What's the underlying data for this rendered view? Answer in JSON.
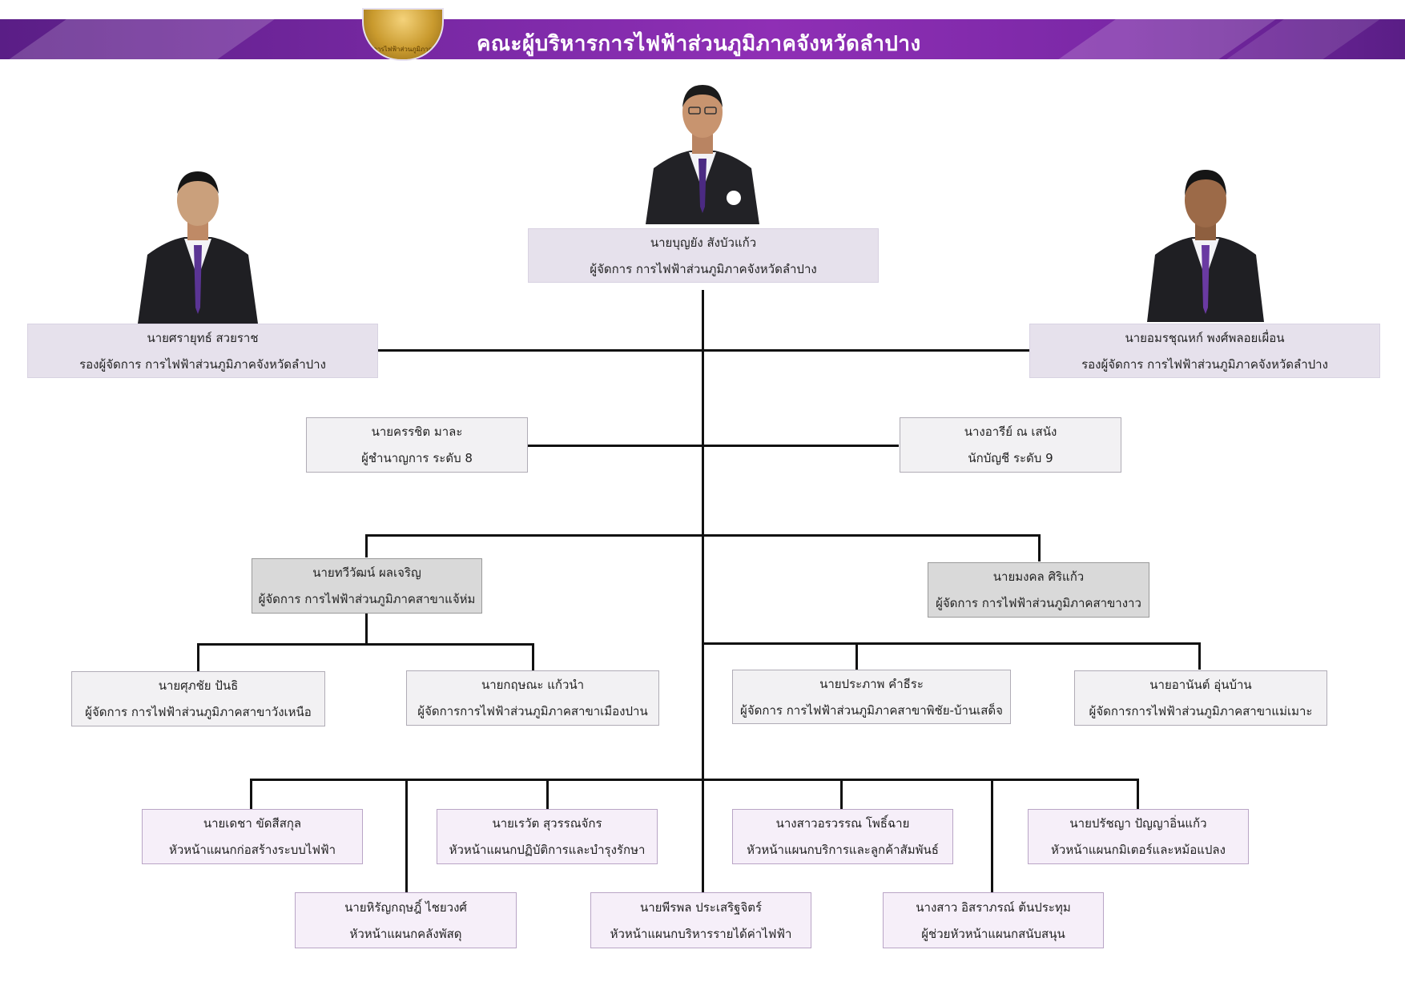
{
  "header": {
    "title": "คณะผู้บริหารการไฟฟ้าส่วนภูมิภาคจังหวัดลำปาง",
    "logo_text": "การไฟฟ้าส่วนภูมิภาค",
    "colors": {
      "banner": "#7d2aa8",
      "top_box": "#e6e1ec",
      "branch_box": "#d9d9d9",
      "dept_box": "#f6eff9"
    }
  },
  "manager": {
    "name": "นายบุญยัง   สังบัวแก้ว",
    "position": "ผู้จัดการ การไฟฟ้าส่วนภูมิภาคจังหวัดลำปาง"
  },
  "deputy_left": {
    "name": "นายศรายุทธ์    สวยราช",
    "position": "รองผู้จัดการ การไฟฟ้าส่วนภูมิภาคจังหวัดลำปาง"
  },
  "deputy_right": {
    "name": "นายอมรชุณหก์    พงศ์พลอยเผื่อน",
    "position": "รองผู้จัดการ การไฟฟ้าส่วนภูมิภาคจังหวัดลำปาง"
  },
  "expert_left": {
    "name": "นายครรชิต    มาละ",
    "position": "ผู้ชำนาญการ ระดับ 8"
  },
  "expert_right": {
    "name": "นางอารีย์   ณ เสนัง",
    "position": "นักบัญชี ระดับ 9"
  },
  "branch_jaehom": {
    "name": "นายทวีวัฒน์   ผลเจริญ",
    "position": "ผู้จัดการ การไฟฟ้าส่วนภูมิภาคสาขาแจ้ห่ม"
  },
  "branch_ngao": {
    "name": "นายมงคล   ศิริแก้ว",
    "position": "ผู้จัดการ การไฟฟ้าส่วนภูมิภาคสาขางาว"
  },
  "sub_wangnuea": {
    "name": "นายศุภชัย    ปันธิ",
    "position": "ผู้จัดการ การไฟฟ้าส่วนภูมิภาคสาขาวังเหนือ"
  },
  "sub_muangpan": {
    "name": "นายกฤษณะ    แก้วนำ",
    "position": "ผู้จัดการการไฟฟ้าส่วนภูมิภาคสาขาเมืองปาน"
  },
  "sub_phichai": {
    "name": "นายประภาพ    คำธีระ",
    "position": "ผู้จัดการ การไฟฟ้าส่วนภูมิภาคสาขาพิชัย-บ้านเสด็จ"
  },
  "sub_maemoh": {
    "name": "นายอานันต์     อุ่นบ้าน",
    "position": "ผู้จัดการการไฟฟ้าส่วนภูมิภาคสาขาแม่เมาะ"
  },
  "dept_construction": {
    "name": "นายเดชา     ขัดสีสกุล",
    "position": "หัวหน้าแผนกก่อสร้างระบบไฟฟ้า"
  },
  "dept_operation": {
    "name": "นายเรวัต     สุวรรณจักร",
    "position": "หัวหน้าแผนกปฏิบัติการและบำรุงรักษา"
  },
  "dept_service": {
    "name": "นางสาวอรวรรณ     โพธิ์ฉาย",
    "position": "หัวหน้าแผนกบริการและลูกค้าสัมพันธ์"
  },
  "dept_meter": {
    "name": "นายปรัชญา   ปัญญาอิ่นแก้ว",
    "position": "หัวหน้าแผนกมิเตอร์และหม้อแปลง"
  },
  "dept_store": {
    "name": "นายหิรัญกฤษฎิ์    ไชยวงศ์",
    "position": "หัวหน้าแผนกคลังพัสดุ"
  },
  "dept_revenue": {
    "name": "นายพีรพล    ประเสริฐจิตร์",
    "position": "หัวหน้าแผนกบริหารรายได้ค่าไฟฟ้า"
  },
  "dept_support": {
    "name": "นางสาว อิสราภรณ์ ต้นประทุม",
    "position": "ผู้ช่วยหัวหน้าแผนกสนับสนุน"
  }
}
